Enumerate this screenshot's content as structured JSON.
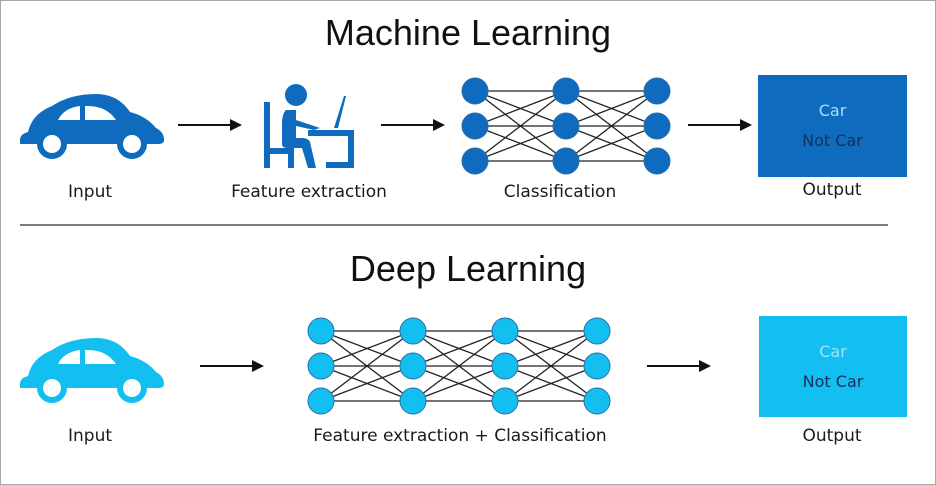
{
  "colors": {
    "ml_blue": "#0e6bbd",
    "dl_blue": "#12bff0",
    "car_text_ml": "#a9dcf7",
    "notcar_text": "#14325a",
    "car_text_dl": "#9fe3f7",
    "arrow": "#111111",
    "edge": "#222222"
  },
  "machine_learning": {
    "title": "Machine Learning",
    "stages": [
      {
        "icon": "car-icon",
        "label": "Input"
      },
      {
        "icon": "person-at-desk-icon",
        "label": "Feature extraction"
      },
      {
        "icon": "neural-network-icon",
        "label": "Classification",
        "layers": [
          3,
          3,
          3
        ]
      },
      {
        "icon": "output-box",
        "label": "Output"
      }
    ],
    "output": {
      "line1": "Car",
      "line2": "Not Car"
    }
  },
  "deep_learning": {
    "title": "Deep Learning",
    "stages": [
      {
        "icon": "car-icon",
        "label": "Input"
      },
      {
        "icon": "neural-network-icon",
        "label": "Feature extraction + Classification",
        "layers": [
          3,
          3,
          3,
          3
        ]
      },
      {
        "icon": "output-box",
        "label": "Output"
      }
    ],
    "output": {
      "line1": "Car",
      "line2": "Not Car"
    }
  }
}
